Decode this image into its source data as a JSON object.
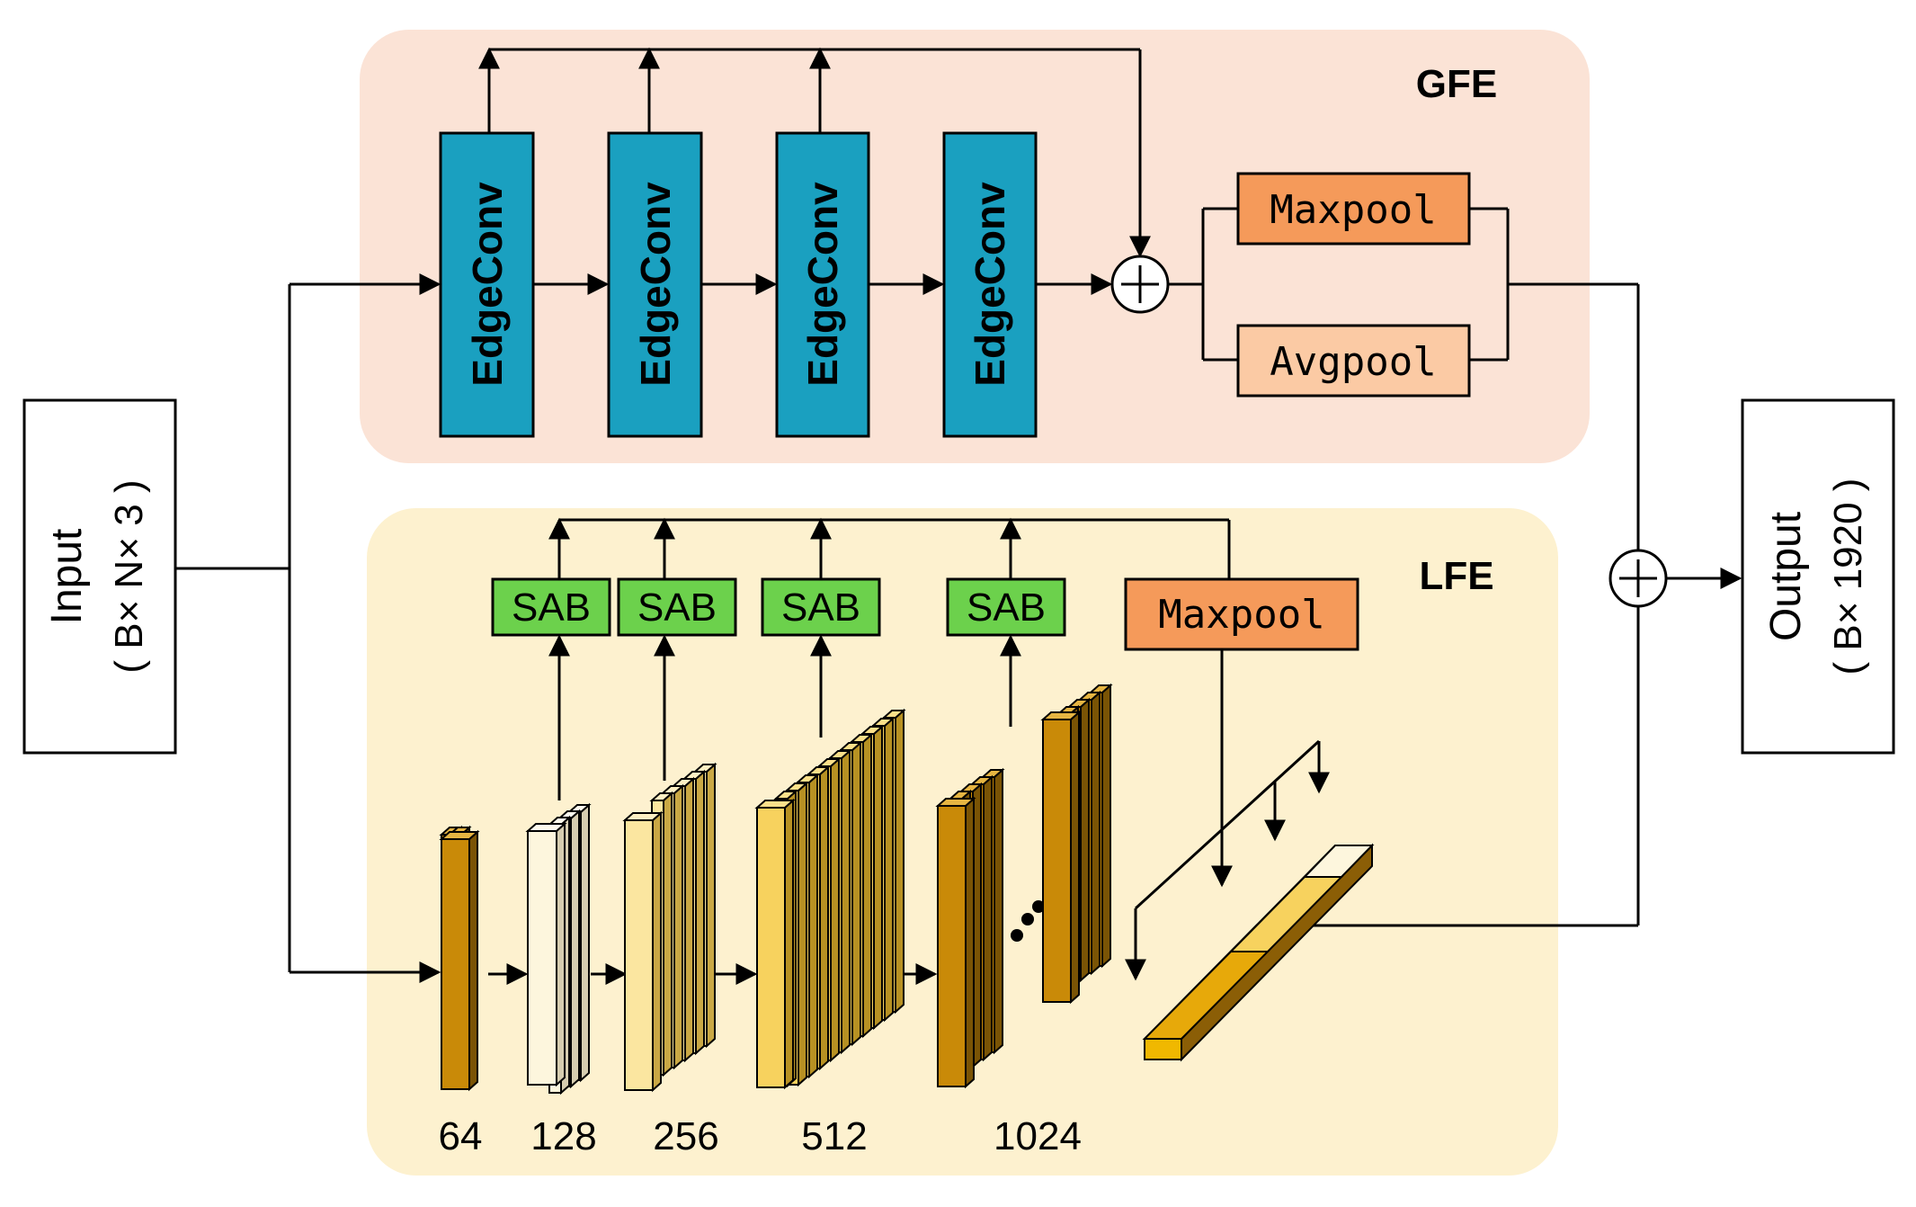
{
  "input": {
    "title": "Input",
    "dims": "( B× N× 3 )"
  },
  "output": {
    "title": "Output",
    "dims": "( B× 1920 )"
  },
  "gfe": {
    "label": "GFE",
    "edgeconv": [
      "EdgeConv",
      "EdgeConv",
      "EdgeConv",
      "EdgeConv"
    ],
    "maxpool": "Maxpool",
    "avgpool": "Avgpool"
  },
  "lfe": {
    "label": "LFE",
    "sab": [
      "SAB",
      "SAB",
      "SAB",
      "SAB"
    ],
    "maxpool": "Maxpool",
    "feature_dims": [
      "64",
      "128",
      "256",
      "512",
      "1024"
    ]
  },
  "colors": {
    "gfe_bg": "#fbe3d6",
    "lfe_bg": "#fdf1cf",
    "edgeconv": "#1aa0c0",
    "pool_dark": "#f59a5a",
    "pool_light": "#fbcaa4",
    "sab": "#6cd14c",
    "bar_dark": "#c98a08",
    "bar_cream": "#fdf6dd",
    "bar_light": "#fbe6a0",
    "bar_yellow": "#f7d25e"
  },
  "icons": [
    "plus-circle-icon",
    "ellipsis-icon"
  ]
}
